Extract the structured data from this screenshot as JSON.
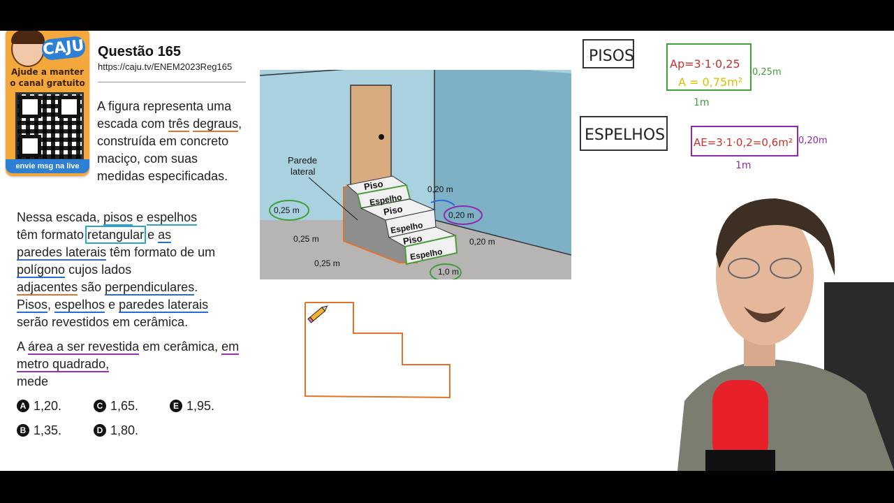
{
  "promo": {
    "brand": "CAJU",
    "line1": "Ajude a manter",
    "line2": "o canal gratuito",
    "cta": "envie msg na live"
  },
  "question": {
    "title": "Questão 165",
    "url": "https://caju.tv/ENEM2023Reg165",
    "intro": {
      "p1": "A figura representa uma escada com ",
      "tres": "três",
      "degraus": "degraus",
      "p2": ", construída em concreto maciço, com suas medidas especificadas."
    },
    "body": {
      "b1": "Nessa escada, ",
      "pisos": "pisos",
      "e1": " e ",
      "espelhos": "espelhos",
      "b2": " têm formato ",
      "retangular": "retangular",
      "e2": " e ",
      "as": "as",
      "paredes": "paredes laterais",
      "b3": " têm formato de um ",
      "poligono": "polígono",
      "b4": " cujos lados ",
      "adjacentes": "adjacentes",
      "b5": " são ",
      "perpendiculares": "perpendiculares",
      "b6": ". ",
      "pisos2": "Pisos",
      "b7": ", ",
      "espelhos2": "espelhos",
      "b8": " e ",
      "paredes2": "paredes laterais",
      "b9": " serão revestidos em cerâmica."
    },
    "ask": {
      "a1": "A ",
      "area": "área a ser revestida",
      "a2": " em cerâmica, ",
      "metro": "em metro quadrado,",
      "a3": " mede"
    },
    "options": [
      {
        "letter": "A",
        "value": "1,20."
      },
      {
        "letter": "B",
        "value": "1,35."
      },
      {
        "letter": "C",
        "value": "1,65."
      },
      {
        "letter": "D",
        "value": "1,80."
      },
      {
        "letter": "E",
        "value": "1,95."
      }
    ]
  },
  "figure": {
    "wall_label_1": "Parede",
    "wall_label_2": "lateral",
    "piso": "Piso",
    "espelho": "Espelho",
    "dim_020a": "0,20 m",
    "dim_020b": "0,20 m",
    "dim_020c": "0,20 m",
    "dim_025a": "0,25 m",
    "dim_025b": "0,25 m",
    "dim_025c": "0,25 m",
    "dim_10": "1,0 m"
  },
  "notes": {
    "pisos_label": "PISOS",
    "pisos_formula": "Ap=3·1·0,25",
    "pisos_result": "A = 0,75m²",
    "pisos_side": "0,25m",
    "pisos_width": "1m",
    "espelhos_label": "ESPELHOS",
    "espelhos_formula": "AE=3·1·0,2=0,6m²",
    "espelhos_side": "0,20m",
    "espelhos_width": "1m"
  }
}
